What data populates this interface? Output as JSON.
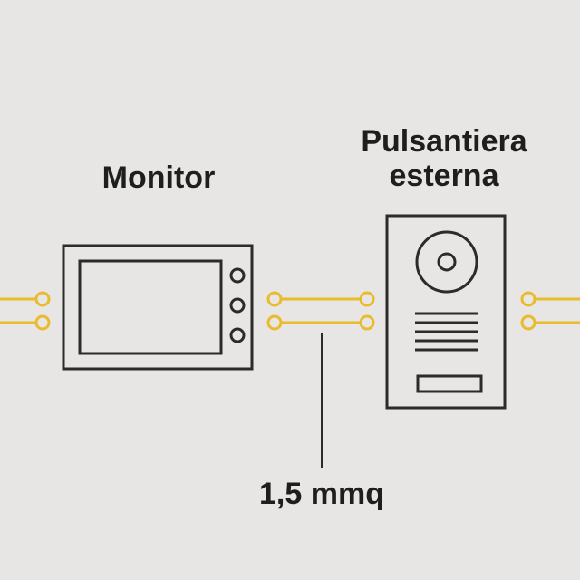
{
  "labels": {
    "monitor": "Monitor",
    "external_station_line1": "Pulsantiera",
    "external_station_line2": "esterna",
    "cable_section": "1,5 mmq"
  },
  "colors": {
    "background": "#e7e6e4",
    "outline": "#2b2b2b",
    "wire": "#e9bb2e",
    "text": "#1e1e1e"
  },
  "icons": [
    "monitor-icon",
    "door-station-icon",
    "wire-terminal-icon"
  ]
}
